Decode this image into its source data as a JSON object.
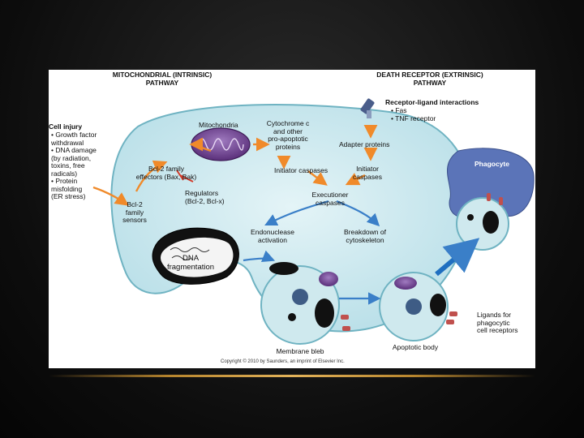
{
  "headers": {
    "intrinsic": "MITOCHONDRIAL (INTRINSIC)\nPATHWAY",
    "extrinsic": "DEATH RECEPTOR (EXTRINSIC)\nPATHWAY"
  },
  "labels": {
    "cell_injury_title": "Cell injury",
    "cell_injury_list": "• Growth factor\n  withdrawal\n• DNA damage\n  (by radiation,\n  toxins, free\n  radicals)\n• Protein\n  misfolding\n  (ER stress)",
    "mitochondria": "Mitochondria",
    "cytochrome": "Cytochrome c\nand other\npro-apoptotic\nproteins",
    "bcl2_effectors": "Bcl-2 family\neffectors (Bax, Bak)",
    "bcl2_sensors": "Bcl-2\nfamily\nsensors",
    "regulators": "Regulators\n(Bcl-2, Bcl-x)",
    "initiator_caspases_left": "Initiator caspases",
    "receptor_ligand": "Receptor-ligand interactions",
    "receptor_list": "• Fas\n• TNF receptor",
    "adapter_proteins": "Adapter proteins",
    "initiator_caspases_right": "Initiator\ncaspases",
    "executioner_caspases": "Executioner\ncaspases",
    "endonuclease": "Endonuclease\nactivation",
    "cytoskeleton": "Breakdown of\ncytoskeleton",
    "dna_fragmentation": "DNA\nfragmentation",
    "phagocyte": "Phagocyte",
    "ligands": "Ligands for\nphagocytic\ncell receptors",
    "membrane_bleb": "Membrane bleb",
    "apoptotic_body": "Apoptotic body",
    "copyright": "Copyright © 2010 by Saunders, an imprint of Elsevier Inc."
  },
  "colors": {
    "cell_fill": "#cfe9ee",
    "cell_stroke": "#6fb3c2",
    "arrow_orange": "#f08a2a",
    "arrow_blue": "#1f6fc0",
    "mitochondrion": "#6a3d8a",
    "phagocyte": "#5b74b8",
    "nucleus": "#111111",
    "gold_rule": "#d9a84e"
  }
}
